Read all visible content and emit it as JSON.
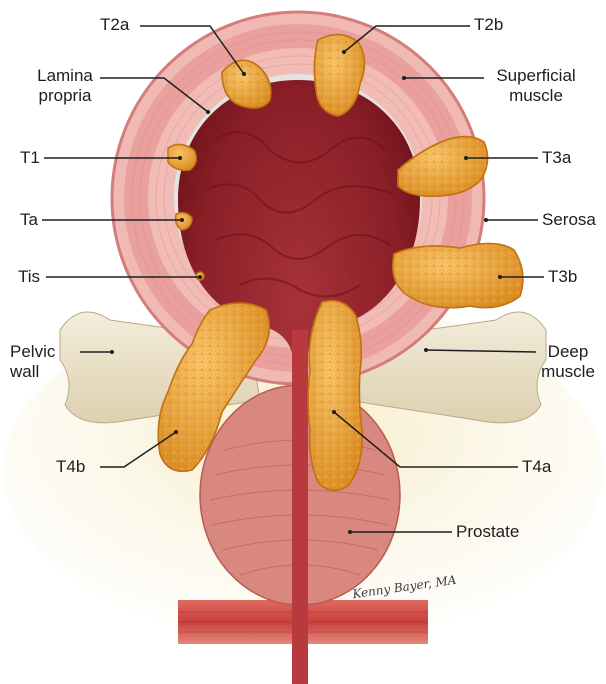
{
  "labels": {
    "t2a": "T2a",
    "t2b": "T2b",
    "lamina_propria_1": "Lamina",
    "lamina_propria_2": "propria",
    "superficial_muscle_1": "Superficial",
    "superficial_muscle_2": "muscle",
    "t1": "T1",
    "t3a": "T3a",
    "ta": "Ta",
    "serosa": "Serosa",
    "tis": "Tis",
    "t3b": "T3b",
    "pelvic_wall_1": "Pelvic",
    "pelvic_wall_2": "wall",
    "deep_muscle_1": "Deep",
    "deep_muscle_2": "muscle",
    "t4b": "T4b",
    "t4a": "T4a",
    "prostate": "Prostate"
  },
  "colors": {
    "outer_wall": "#e9a6a4",
    "mucosa_lining": "#e3e3df",
    "lumen": "#8a1f27",
    "tumor": "#f0a93a",
    "bone": "#ece3cc",
    "fat": "#f3e6bd",
    "prostate": "#d98880",
    "muscle_band": "#c9403d"
  },
  "signature": "Kenny Bayer, MA"
}
